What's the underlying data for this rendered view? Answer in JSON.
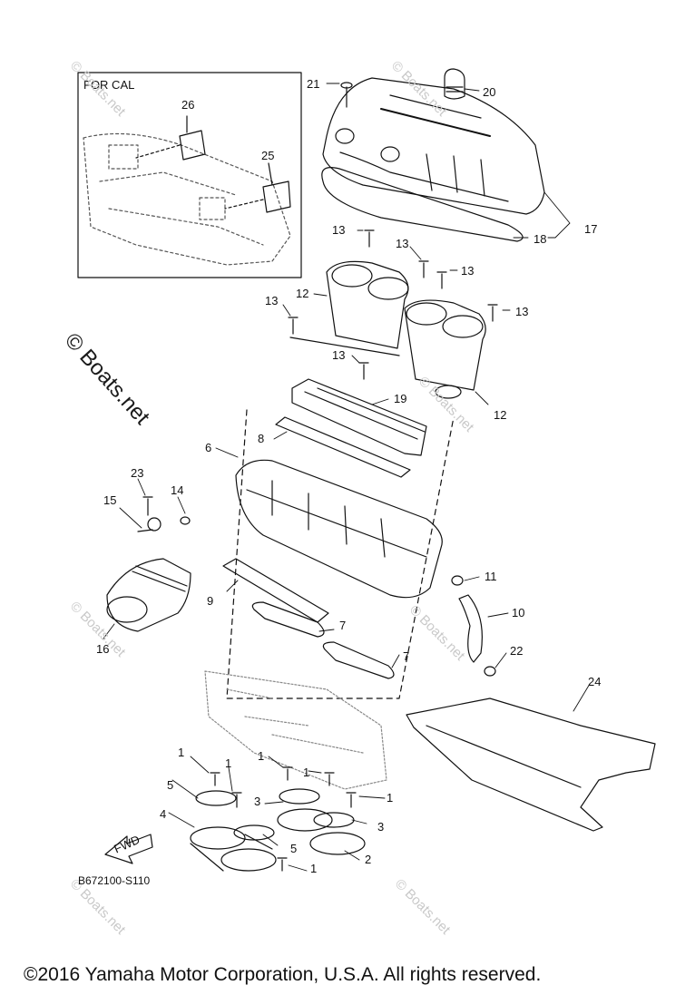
{
  "cal_box": {
    "label": "FOR CAL"
  },
  "callouts": [
    "1",
    "2",
    "3",
    "4",
    "5",
    "6",
    "7",
    "8",
    "9",
    "10",
    "11",
    "12",
    "13",
    "14",
    "15",
    "16",
    "17",
    "18",
    "19",
    "20",
    "21",
    "22",
    "23",
    "24",
    "25",
    "26"
  ],
  "arrow_label": "FWD",
  "figure_code": "B672100-S110",
  "watermark": {
    "main": "© Boats.net",
    "faint": "© Boats.net"
  },
  "copyright": "©2016 Yamaha Motor Corporation, U.S.A. All rights reserved."
}
